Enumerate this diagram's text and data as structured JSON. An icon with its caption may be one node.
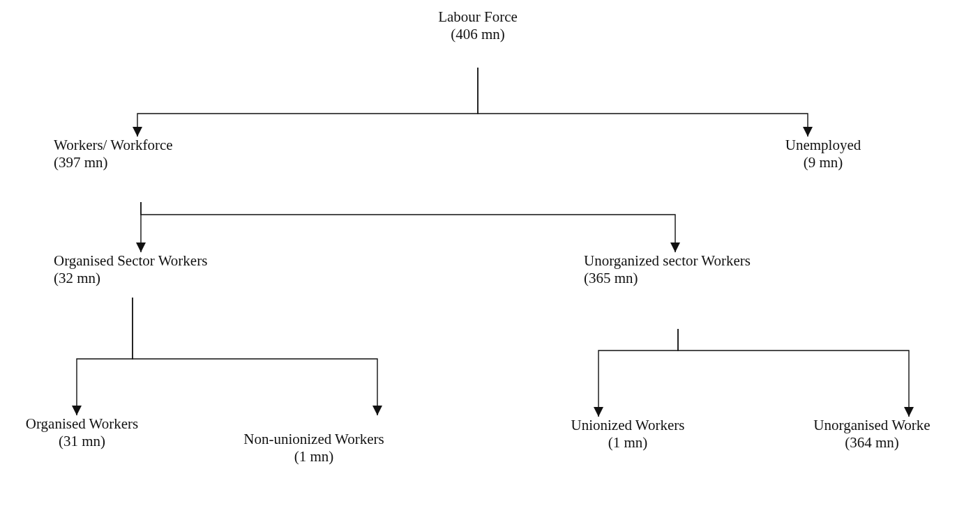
{
  "diagram": {
    "nodes": [
      {
        "text": [
          "Labour Force",
          "(406 mn)"
        ]
      },
      {
        "text": [
          "Workers/ Workforce",
          "(397 mn)"
        ]
      },
      {
        "text": [
          "Unemployed",
          "(9 mn)"
        ]
      },
      {
        "text": [
          "Organised Sector Workers (32 mn)"
        ]
      },
      {
        "text": [
          "Unorganized sector Workers (365 mn)"
        ]
      },
      {
        "text": [
          "Organised Workers",
          "(31 mn)"
        ]
      },
      {
        "text": [
          "Non-unionized Workers",
          "(1 mn)"
        ]
      },
      {
        "text": [
          "Unionized Workers",
          "(1 mn)"
        ]
      },
      {
        "text": [
          "Unorganised Worke",
          "(364 mn)"
        ]
      }
    ],
    "edges": [
      {
        "from": 0,
        "to": 1,
        "arrow": "to"
      },
      {
        "from": 0,
        "to": 2,
        "arrow": "to"
      },
      {
        "from": 1,
        "to": 3,
        "arrow": "to"
      },
      {
        "from": 1,
        "to": 4,
        "arrow": "to"
      },
      {
        "from": 3,
        "to": 5,
        "arrow": "to"
      },
      {
        "from": 3,
        "to": 6,
        "arrow": "to"
      },
      {
        "from": 4,
        "to": 7,
        "arrow": "to"
      },
      {
        "from": 4,
        "to": 8,
        "arrow": "to"
      }
    ]
  }
}
